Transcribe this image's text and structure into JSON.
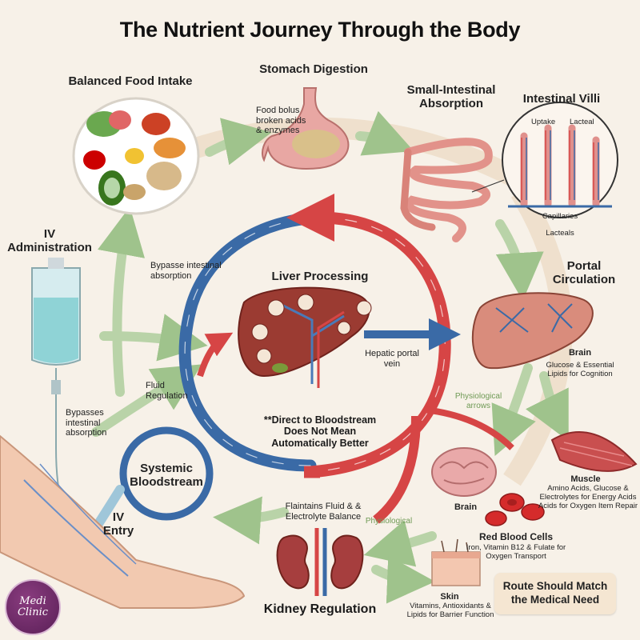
{
  "title": "The Nutrient Journey Through the Body",
  "food": {
    "heading": "Balanced Food Intake"
  },
  "stomach": {
    "heading": "Stomach Digestion",
    "note": "Food bolus broken acids & enzymes"
  },
  "small_intestine": {
    "heading": "Small-Intestinal Absorption"
  },
  "villi": {
    "heading": "Intestinal Villi",
    "uptake": "Uptake",
    "lacteal": "Lacteal",
    "capillaries": "Capillaries",
    "lacteals": "Lacteals"
  },
  "iv": {
    "heading": "IV Administration",
    "bypass_top": "Bypasse intestinal absorption",
    "bypass_bottom": "Bypasses intestinal absorption",
    "fluid": "Fluid Regulation",
    "entry": "IV Entry"
  },
  "liver": {
    "heading": "Liver Processing",
    "portal_vein": "Hepatic portal vein"
  },
  "warning": "**Direct to Bloodstream Does Not Mean Automatically Better",
  "systemic": {
    "heading": "Systemic Bloodstream"
  },
  "portal": {
    "heading": "Portal Circulation",
    "brain_label": "Brain",
    "brain_note": "Glucose & Essential Lipids for Cognition"
  },
  "physiological_arrows": "Physiological arrows",
  "muscle": {
    "heading": "Muscle",
    "note": "Amino Acids, Glucose & Electrolytes for Energy Acids Acids for Oxygen Item Repair"
  },
  "brain": {
    "heading": "Brain"
  },
  "rbc": {
    "heading": "Red Blood Cells",
    "note": "Iron, Vitamin B12 & Fulate for Oxygen Transport"
  },
  "skin": {
    "heading": "Skin",
    "note": "Vitamins, Antioxidants & Lipids for Barrier Function"
  },
  "kidney": {
    "heading": "Kidney Regulation",
    "note": "Flaintains Fluid & & Electrolyte Balance",
    "physiological": "Physiological"
  },
  "route_note": "Route Should Match the Medical Need",
  "logo": {
    "line1": "Medi",
    "line2": "Clinic"
  },
  "colors": {
    "artery": "#d64545",
    "vein": "#3a6aa6",
    "flow": "#b9d3a8",
    "background": "#f7f1e8"
  }
}
